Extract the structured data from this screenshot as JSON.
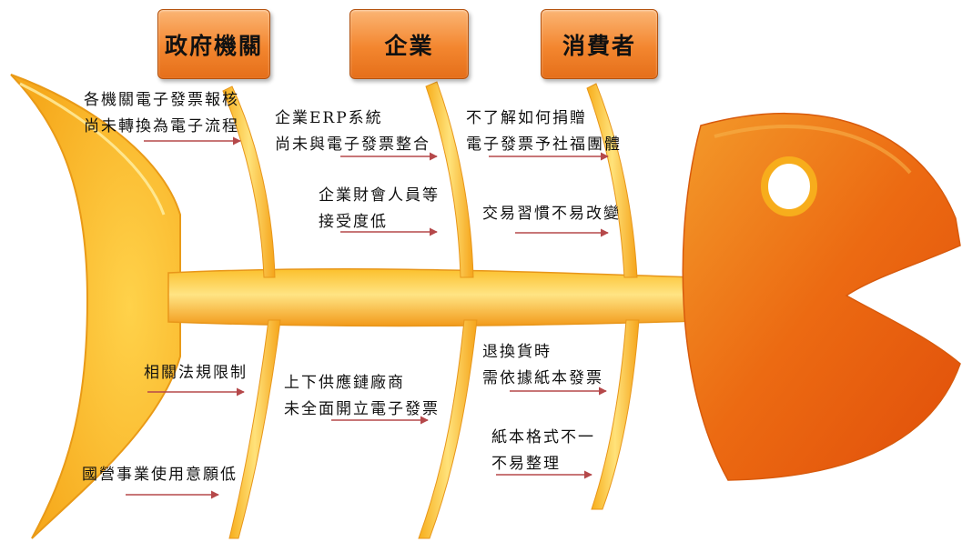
{
  "categories": {
    "government": "政府機關",
    "enterprise": "企業",
    "consumer": "消費者"
  },
  "causes": {
    "gov_report": [
      "各機關電子發票報核",
      "尚未轉換為電子流程"
    ],
    "ent_erp": [
      "企業ERP系統",
      "尚未與電子發票整合"
    ],
    "ent_accounting": [
      "企業財會人員等",
      "接受度低"
    ],
    "con_donate": [
      "不了解如何捐贈",
      "電子發票予社福團體"
    ],
    "con_habit": [
      "交易習慣不易改變"
    ],
    "gov_regulation": [
      "相關法規限制"
    ],
    "ent_supply": [
      "上下供應鏈廠商",
      "未全面開立電子發票"
    ],
    "con_return": [
      "退換貨時",
      "需依據紙本發票"
    ],
    "gov_soe": [
      "國營事業使用意願低"
    ],
    "con_format": [
      "紙本格式不一",
      "不易整理"
    ]
  },
  "colors": {
    "body_light": "#ffd54a",
    "body_mid": "#f7ad1c",
    "body_dark": "#ea6a0c",
    "head": "#e9590e",
    "arrow": "#b5484a",
    "box": "#f3862f"
  }
}
